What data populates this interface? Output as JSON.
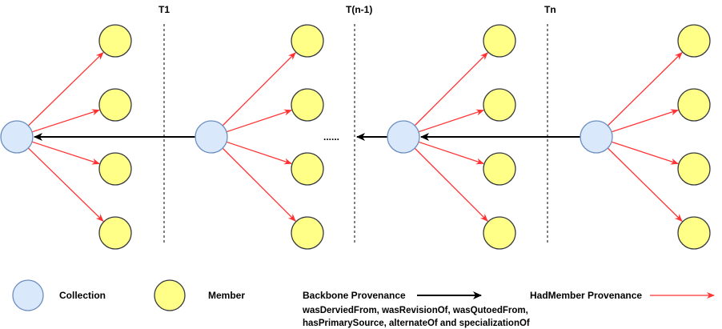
{
  "colors": {
    "collection_fill": "#dae8fc",
    "collection_stroke": "#6c8ebf",
    "member_fill": "#ffff88",
    "member_stroke": "#36393d",
    "backbone_arrow": "#000000",
    "hadmember_arrow": "#ff3333"
  },
  "time_labels": {
    "t1": "T1",
    "tn_minus_1": "T(n-1)",
    "tn": "Tn"
  },
  "ellipsis": "......",
  "legend": {
    "collection": "Collection",
    "member": "Member",
    "backbone": "Backbone Provenance",
    "hadmember": "HadMember Provenance",
    "backbone_relations_line1": "wasDerviedFrom, wasRevisionOf, wasQutoedFrom,",
    "backbone_relations_line2": "hasPrimarySource, alternateOf and specializationOf"
  }
}
